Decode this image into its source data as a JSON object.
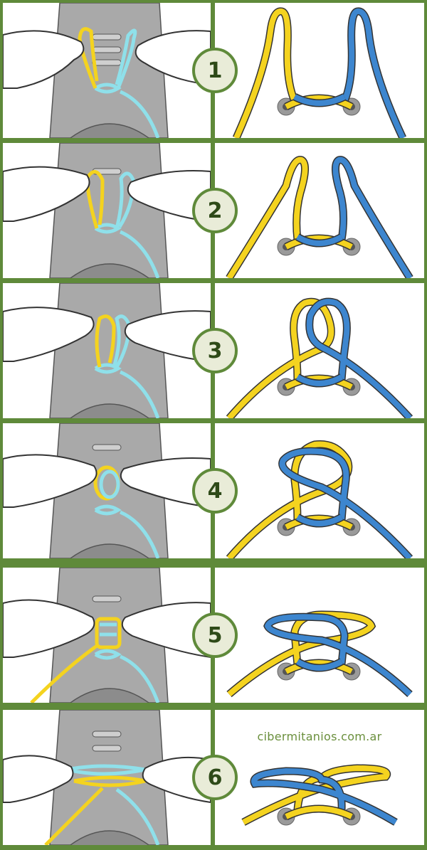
{
  "steps": [
    {
      "number": "1"
    },
    {
      "number": "2"
    },
    {
      "number": "3"
    },
    {
      "number": "4"
    },
    {
      "number": "5"
    },
    {
      "number": "6"
    }
  ],
  "credit": "cibermitanios.com.ar",
  "colors": {
    "frame": "#5f8a3a",
    "badge_fill": "#e9ecd8",
    "badge_text": "#2e4a18",
    "lace_yellow": "#f4d31f",
    "lace_blue": "#3d86cf",
    "lace_cyan": "#8fe0ea",
    "shoe_gray": "#a9a9a9",
    "eyelet": "#9a9a9a",
    "credit_text": "#6a8f3c"
  },
  "icons": [
    "hand-illustration",
    "shoe-illustration",
    "eyelet-icon",
    "lace-yellow",
    "lace-blue"
  ]
}
